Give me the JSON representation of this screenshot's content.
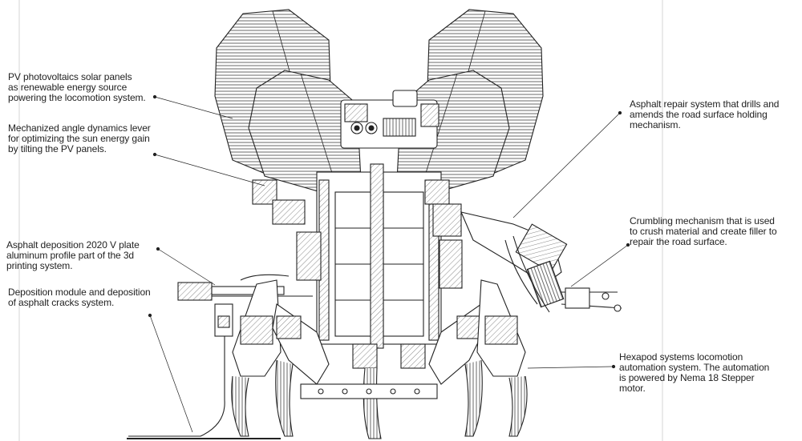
{
  "annotations": {
    "pv_panels": "PV photovoltaics solar panels\nas renewable energy source\npowering the locomotion system.",
    "angle_lever": "Mechanized angle dynamics lever\nfor optimizing the sun energy gain\nby tilting the PV panels.",
    "asphalt_profile": "Asphalt deposition 2020 V plate\naluminum profile part of the 3d\nprinting system.",
    "deposition_module": "Deposition module and deposition\nof asphalt cracks system.",
    "repair_system": "Asphalt repair system that drills and\namends the road surface holding\nmechanism.",
    "crumbling": "Crumbling mechanism that is used\nto crush material and create filler to\nrepair the road surface.",
    "hexapod": "Hexapod systems locomotion\nautomation system. The automation\nis powered by Nema 18 Stepper\nmotor."
  },
  "colors": {
    "line": "#222222",
    "background": "#ffffff"
  }
}
